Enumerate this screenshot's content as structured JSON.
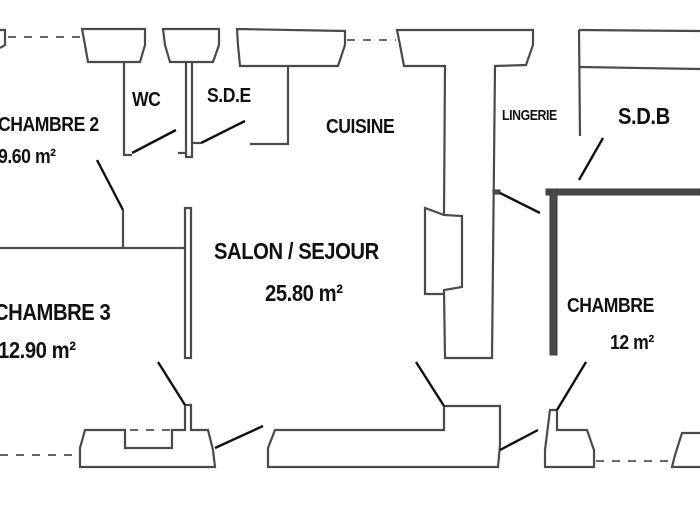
{
  "plan": {
    "rooms": [
      {
        "id": "chambre2",
        "name": "CHAMBRE 2",
        "area": "9.60 m²"
      },
      {
        "id": "wc",
        "name": "WC"
      },
      {
        "id": "sde",
        "name": "S.D.E"
      },
      {
        "id": "cuisine",
        "name": "CUISINE"
      },
      {
        "id": "lingerie",
        "name": "LINGERIE"
      },
      {
        "id": "sdb",
        "name": "S.D.B"
      },
      {
        "id": "salon",
        "name": "SALON / SEJOUR",
        "area": "25.80 m²"
      },
      {
        "id": "chambre3",
        "name": "CHAMBRE 3",
        "area": "12.90 m²"
      },
      {
        "id": "chambre1",
        "name": "CHAMBRE",
        "area": "12 m²"
      }
    ],
    "colors": {
      "wall": "#4a4a4a",
      "text": "#111111",
      "background": "#ffffff"
    }
  }
}
